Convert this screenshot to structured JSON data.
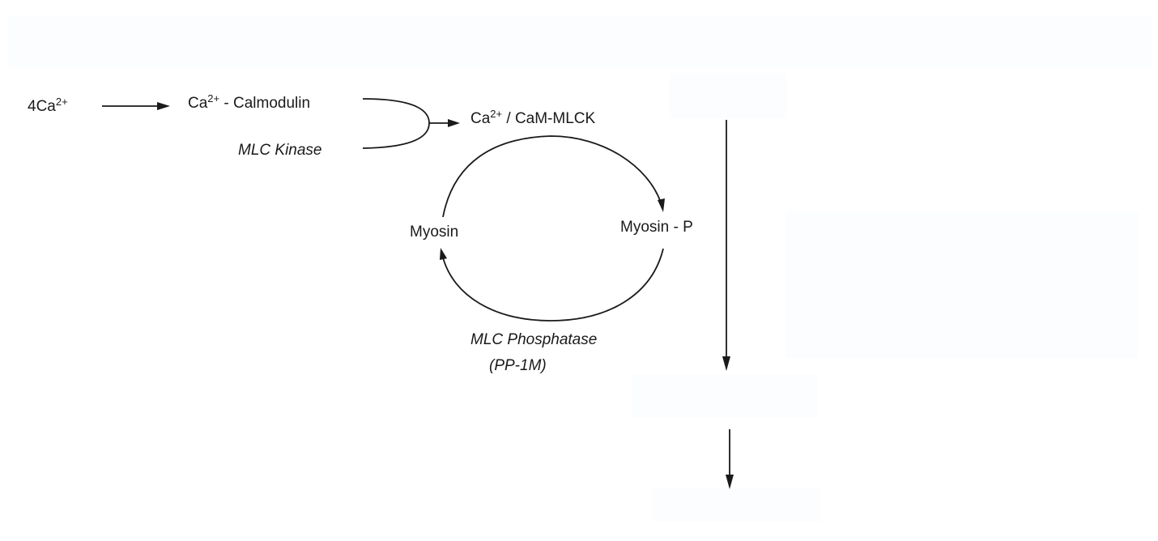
{
  "diagram": {
    "nodes": {
      "calcium": {
        "base": "4Ca",
        "sup": "2+"
      },
      "calmodulin": {
        "base": "Ca",
        "sup": "2+",
        "rest": " - Calmodulin"
      },
      "mlc_kinase": "MLC Kinase",
      "complex": {
        "base": "Ca",
        "sup": "2+",
        "rest": " / CaM-MLCK"
      },
      "myosin": "Myosin",
      "myosin_p": "Myosin - P",
      "phosphatase": {
        "line1": "MLC Phosphatase",
        "line2": "(PP-1M)"
      }
    },
    "colors": {
      "ink": "#1a1a1a",
      "paper": "#ffffff"
    }
  }
}
